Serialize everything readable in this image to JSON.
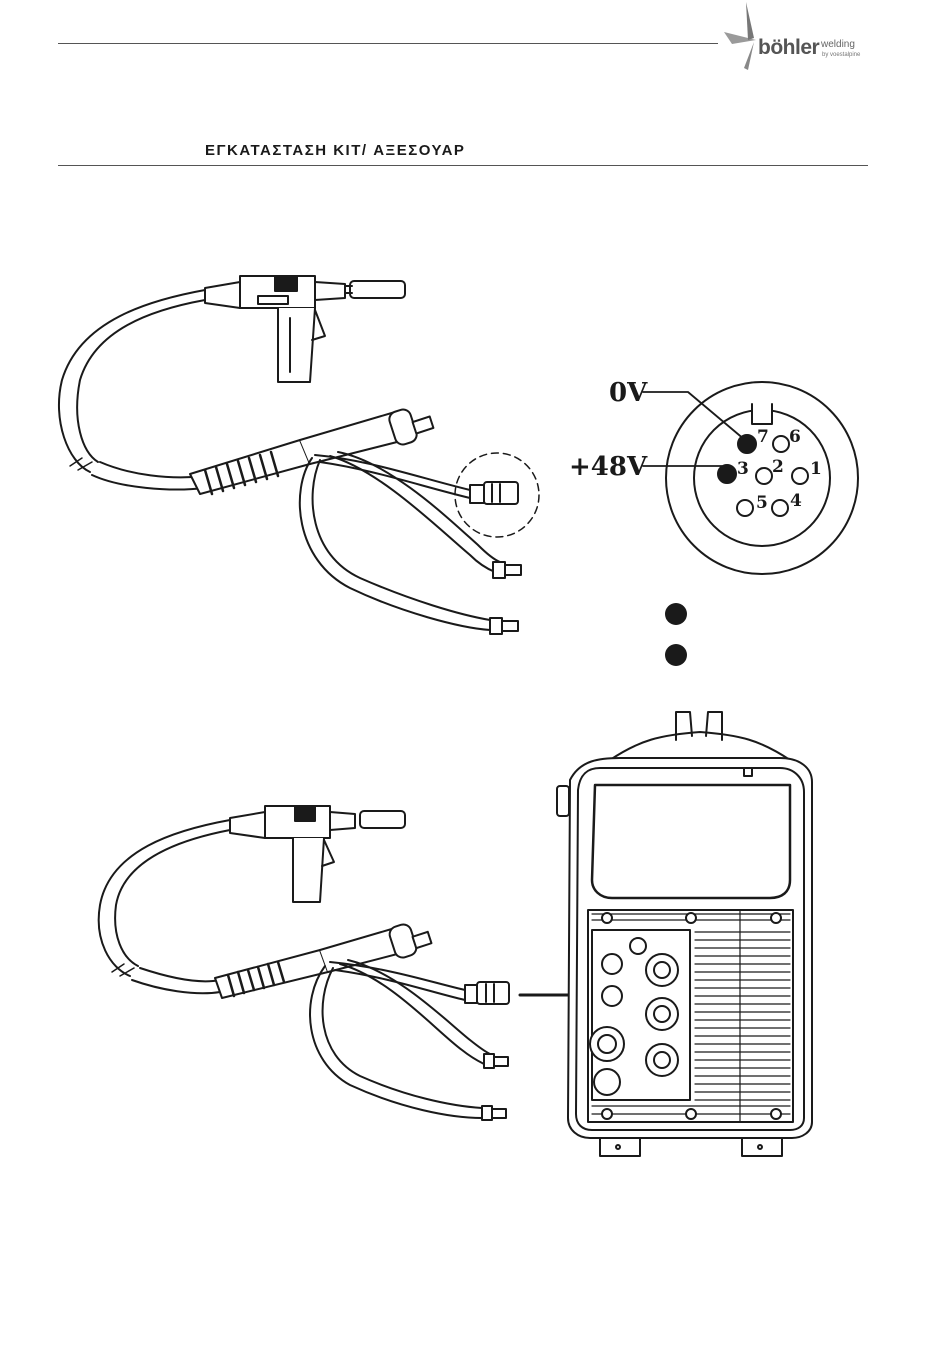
{
  "header": {
    "brand": "böhler",
    "brand_suffix": "welding",
    "brand_by": "by voestalpine"
  },
  "section": {
    "title": "ΕΓΚΑΤΑΣΤΑΣΗ KIT/ ΑΞΕΣΟΥΑΡ"
  },
  "connector": {
    "voltage_0": "0V",
    "voltage_48": "+48V",
    "pins": [
      "7",
      "6",
      "3",
      "2",
      "1",
      "5",
      "4"
    ]
  }
}
